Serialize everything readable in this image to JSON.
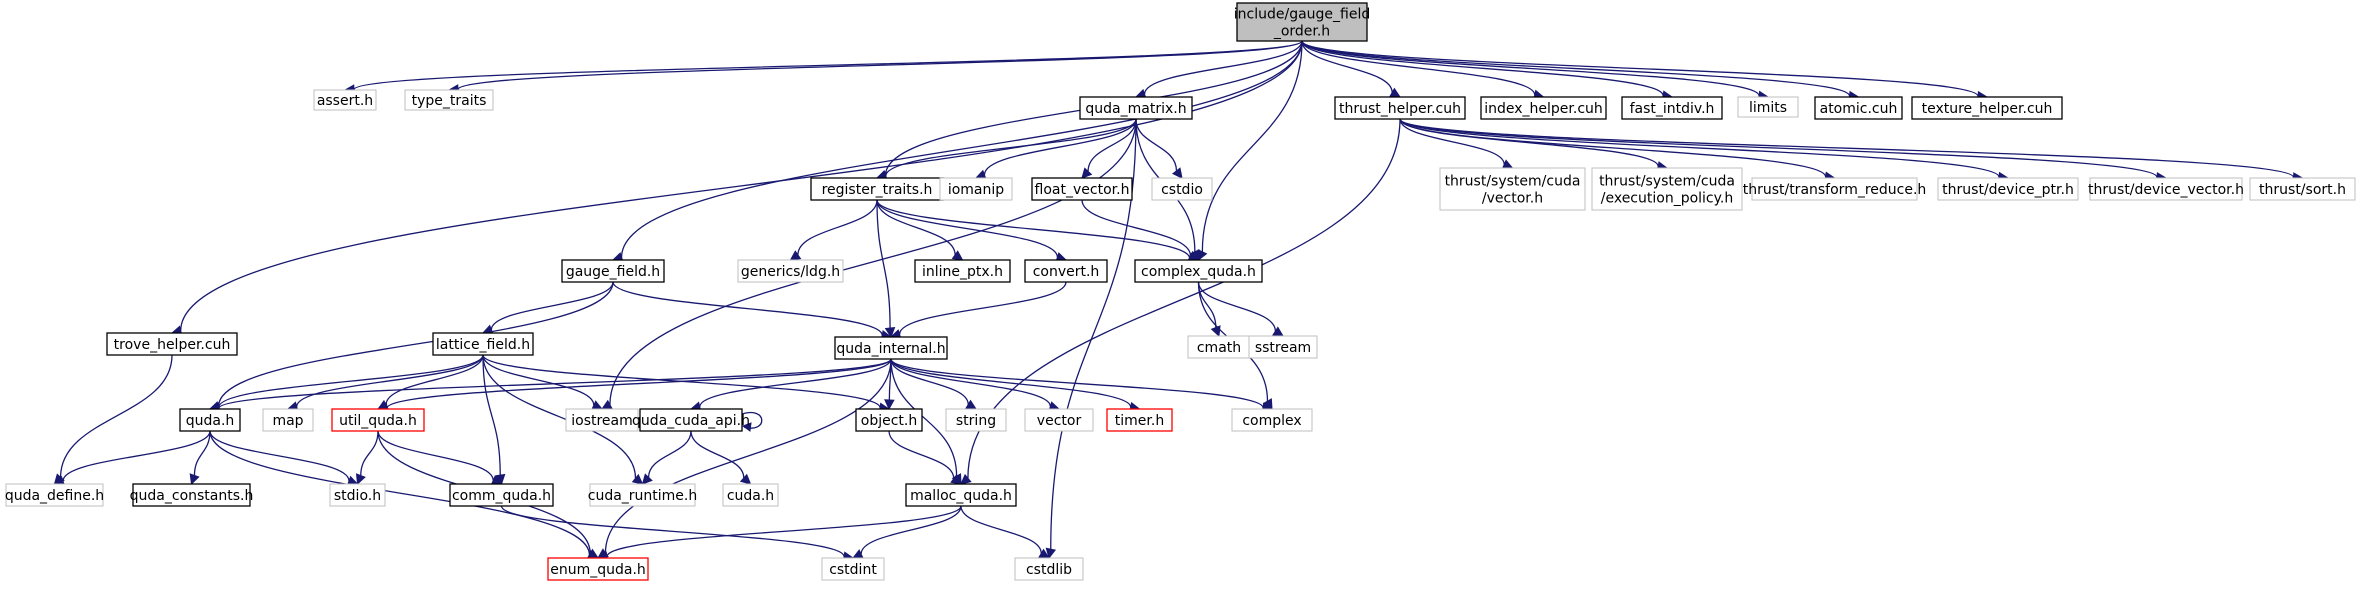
{
  "diagram": {
    "nodes": [
      {
        "id": "root",
        "lines": [
          "include/gauge_field",
          "_order.h"
        ],
        "style": "root"
      },
      {
        "id": "assert",
        "lines": [
          "assert.h"
        ],
        "style": "ext"
      },
      {
        "id": "type_traits",
        "lines": [
          "type_traits"
        ],
        "style": "ext"
      },
      {
        "id": "trove_helper",
        "lines": [
          "trove_helper.cuh"
        ],
        "style": "doc"
      },
      {
        "id": "gauge_field",
        "lines": [
          "gauge_field.h"
        ],
        "style": "doc"
      },
      {
        "id": "quda_matrix",
        "lines": [
          "quda_matrix.h"
        ],
        "style": "doc"
      },
      {
        "id": "register_traits",
        "lines": [
          "register_traits.h"
        ],
        "style": "doc"
      },
      {
        "id": "iomanip",
        "lines": [
          "iomanip"
        ],
        "style": "ext"
      },
      {
        "id": "float_vector",
        "lines": [
          "float_vector.h"
        ],
        "style": "doc"
      },
      {
        "id": "cstdio",
        "lines": [
          "cstdio"
        ],
        "style": "ext"
      },
      {
        "id": "thrust_helper",
        "lines": [
          "thrust_helper.cuh"
        ],
        "style": "doc"
      },
      {
        "id": "index_helper",
        "lines": [
          "index_helper.cuh"
        ],
        "style": "doc"
      },
      {
        "id": "fast_intdiv",
        "lines": [
          "fast_intdiv.h"
        ],
        "style": "doc"
      },
      {
        "id": "limits",
        "lines": [
          "limits"
        ],
        "style": "ext"
      },
      {
        "id": "atomic",
        "lines": [
          "atomic.cuh"
        ],
        "style": "doc"
      },
      {
        "id": "texture_helper",
        "lines": [
          "texture_helper.cuh"
        ],
        "style": "doc"
      },
      {
        "id": "ts_vector",
        "lines": [
          "thrust/system/cuda",
          "/vector.h"
        ],
        "style": "ext"
      },
      {
        "id": "ts_exec",
        "lines": [
          "thrust/system/cuda",
          "/execution_policy.h"
        ],
        "style": "ext"
      },
      {
        "id": "t_transform",
        "lines": [
          "thrust/transform_reduce.h"
        ],
        "style": "ext"
      },
      {
        "id": "t_devptr",
        "lines": [
          "thrust/device_ptr.h"
        ],
        "style": "ext"
      },
      {
        "id": "t_devvec",
        "lines": [
          "thrust/device_vector.h"
        ],
        "style": "ext"
      },
      {
        "id": "t_sort",
        "lines": [
          "thrust/sort.h"
        ],
        "style": "ext"
      },
      {
        "id": "generics_ldg",
        "lines": [
          "generics/ldg.h"
        ],
        "style": "ext"
      },
      {
        "id": "inline_ptx",
        "lines": [
          "inline_ptx.h"
        ],
        "style": "doc"
      },
      {
        "id": "convert",
        "lines": [
          "convert.h"
        ],
        "style": "doc"
      },
      {
        "id": "complex_quda",
        "lines": [
          "complex_quda.h"
        ],
        "style": "doc"
      },
      {
        "id": "cmath",
        "lines": [
          "cmath"
        ],
        "style": "ext"
      },
      {
        "id": "sstream",
        "lines": [
          "sstream"
        ],
        "style": "ext"
      },
      {
        "id": "lattice_field",
        "lines": [
          "lattice_field.h"
        ],
        "style": "doc"
      },
      {
        "id": "quda_internal",
        "lines": [
          "quda_internal.h"
        ],
        "style": "doc"
      },
      {
        "id": "quda_h",
        "lines": [
          "quda.h"
        ],
        "style": "doc"
      },
      {
        "id": "map",
        "lines": [
          "map"
        ],
        "style": "ext"
      },
      {
        "id": "util_quda",
        "lines": [
          "util_quda.h"
        ],
        "style": "red"
      },
      {
        "id": "iostream",
        "lines": [
          "iostream"
        ],
        "style": "ext"
      },
      {
        "id": "quda_cuda_api",
        "lines": [
          "quda_cuda_api.h"
        ],
        "style": "doc"
      },
      {
        "id": "object",
        "lines": [
          "object.h"
        ],
        "style": "doc"
      },
      {
        "id": "string",
        "lines": [
          "string"
        ],
        "style": "ext"
      },
      {
        "id": "vector",
        "lines": [
          "vector"
        ],
        "style": "ext"
      },
      {
        "id": "timer",
        "lines": [
          "timer.h"
        ],
        "style": "red"
      },
      {
        "id": "complex",
        "lines": [
          "complex"
        ],
        "style": "ext"
      },
      {
        "id": "quda_define",
        "lines": [
          "quda_define.h"
        ],
        "style": "ext"
      },
      {
        "id": "quda_constants",
        "lines": [
          "quda_constants.h"
        ],
        "style": "doc"
      },
      {
        "id": "stdio",
        "lines": [
          "stdio.h"
        ],
        "style": "ext"
      },
      {
        "id": "comm_quda",
        "lines": [
          "comm_quda.h"
        ],
        "style": "doc"
      },
      {
        "id": "cuda_runtime",
        "lines": [
          "cuda_runtime.h"
        ],
        "style": "ext"
      },
      {
        "id": "cuda_h",
        "lines": [
          "cuda.h"
        ],
        "style": "ext"
      },
      {
        "id": "malloc_quda",
        "lines": [
          "malloc_quda.h"
        ],
        "style": "doc"
      },
      {
        "id": "enum_quda",
        "lines": [
          "enum_quda.h"
        ],
        "style": "red"
      },
      {
        "id": "cstdint",
        "lines": [
          "cstdint"
        ],
        "style": "ext"
      },
      {
        "id": "cstdlib",
        "lines": [
          "cstdlib"
        ],
        "style": "ext"
      }
    ],
    "edges": [
      [
        "root",
        "assert"
      ],
      [
        "root",
        "type_traits"
      ],
      [
        "root",
        "trove_helper"
      ],
      [
        "root",
        "gauge_field"
      ],
      [
        "root",
        "quda_matrix"
      ],
      [
        "root",
        "register_traits"
      ],
      [
        "root",
        "complex_quda"
      ],
      [
        "root",
        "thrust_helper"
      ],
      [
        "root",
        "index_helper"
      ],
      [
        "root",
        "fast_intdiv"
      ],
      [
        "root",
        "limits"
      ],
      [
        "root",
        "atomic"
      ],
      [
        "root",
        "texture_helper"
      ],
      [
        "trove_helper",
        "quda_define"
      ],
      [
        "gauge_field",
        "lattice_field"
      ],
      [
        "gauge_field",
        "quda_internal"
      ],
      [
        "gauge_field",
        "quda_h"
      ],
      [
        "quda_matrix",
        "register_traits"
      ],
      [
        "quda_matrix",
        "iomanip"
      ],
      [
        "quda_matrix",
        "float_vector"
      ],
      [
        "quda_matrix",
        "cstdio"
      ],
      [
        "quda_matrix",
        "complex_quda"
      ],
      [
        "quda_matrix",
        "iostream"
      ],
      [
        "quda_matrix",
        "cstdlib"
      ],
      [
        "register_traits",
        "generics_ldg"
      ],
      [
        "register_traits",
        "inline_ptx"
      ],
      [
        "register_traits",
        "convert"
      ],
      [
        "register_traits",
        "complex_quda"
      ],
      [
        "register_traits",
        "quda_internal"
      ],
      [
        "float_vector",
        "complex_quda"
      ],
      [
        "convert",
        "quda_internal"
      ],
      [
        "complex_quda",
        "cmath"
      ],
      [
        "complex_quda",
        "sstream"
      ],
      [
        "complex_quda",
        "complex"
      ],
      [
        "thrust_helper",
        "ts_vector"
      ],
      [
        "thrust_helper",
        "ts_exec"
      ],
      [
        "thrust_helper",
        "t_transform"
      ],
      [
        "thrust_helper",
        "t_devptr"
      ],
      [
        "thrust_helper",
        "t_devvec"
      ],
      [
        "thrust_helper",
        "t_sort"
      ],
      [
        "thrust_helper",
        "malloc_quda"
      ],
      [
        "lattice_field",
        "quda_h"
      ],
      [
        "lattice_field",
        "map"
      ],
      [
        "lattice_field",
        "util_quda"
      ],
      [
        "lattice_field",
        "iostream"
      ],
      [
        "lattice_field",
        "comm_quda"
      ],
      [
        "lattice_field",
        "cuda_runtime"
      ],
      [
        "lattice_field",
        "object"
      ],
      [
        "quda_internal",
        "quda_h"
      ],
      [
        "quda_internal",
        "util_quda"
      ],
      [
        "quda_internal",
        "quda_cuda_api"
      ],
      [
        "quda_internal",
        "object"
      ],
      [
        "quda_internal",
        "string"
      ],
      [
        "quda_internal",
        "vector"
      ],
      [
        "quda_internal",
        "timer"
      ],
      [
        "quda_internal",
        "complex"
      ],
      [
        "quda_internal",
        "malloc_quda"
      ],
      [
        "quda_internal",
        "enum_quda"
      ],
      [
        "quda_h",
        "quda_define"
      ],
      [
        "quda_h",
        "quda_constants"
      ],
      [
        "quda_h",
        "stdio"
      ],
      [
        "quda_h",
        "enum_quda"
      ],
      [
        "util_quda",
        "stdio"
      ],
      [
        "util_quda",
        "comm_quda"
      ],
      [
        "util_quda",
        "enum_quda"
      ],
      [
        "quda_cuda_api",
        "quda_cuda_api"
      ],
      [
        "quda_cuda_api",
        "cuda_runtime"
      ],
      [
        "quda_cuda_api",
        "cuda_h"
      ],
      [
        "object",
        "malloc_quda"
      ],
      [
        "comm_quda",
        "cstdint"
      ],
      [
        "malloc_quda",
        "enum_quda"
      ],
      [
        "malloc_quda",
        "cstdint"
      ],
      [
        "malloc_quda",
        "cstdlib"
      ]
    ]
  },
  "colors": {
    "edge": "#191970",
    "root_fill": "#bfbfbf",
    "doc_border": "#000000",
    "ext_border": "#bfbfbf",
    "red_border": "#ff0000"
  }
}
